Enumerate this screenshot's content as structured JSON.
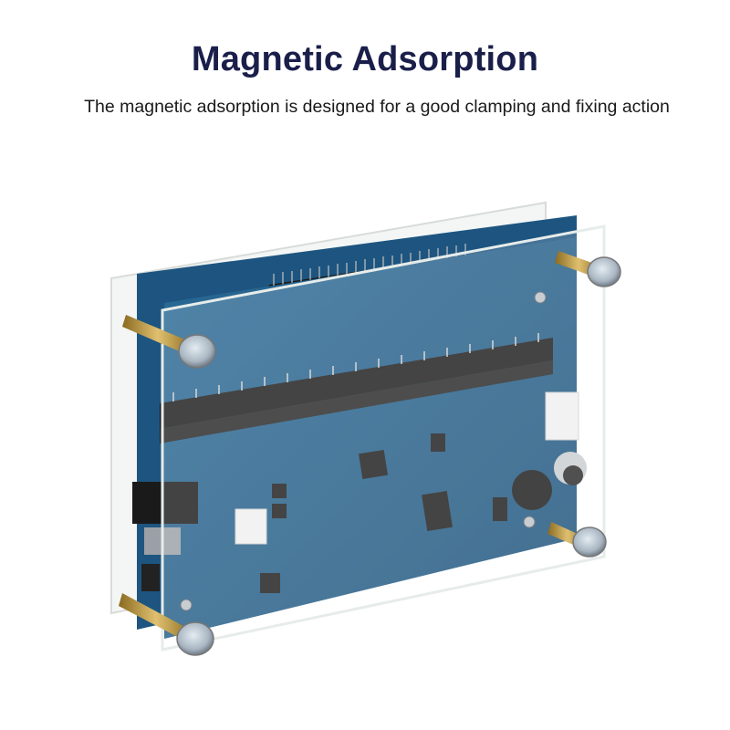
{
  "header": {
    "title": "Magnetic Adsorption",
    "subtitle": "The magnetic adsorption is designed for a good clamping and fixing action"
  },
  "product_image": {
    "description": "Blue PCB board mounted between two clear acrylic plates with brass standoffs and round magnets at corners",
    "colors": {
      "title": "#1a1f4a",
      "pcb": "#1f5b86",
      "acrylic": "#eef3f2",
      "ic": "#1c1c1c",
      "brass": "#c9a24a",
      "magnet": "#b9c3cc"
    }
  }
}
